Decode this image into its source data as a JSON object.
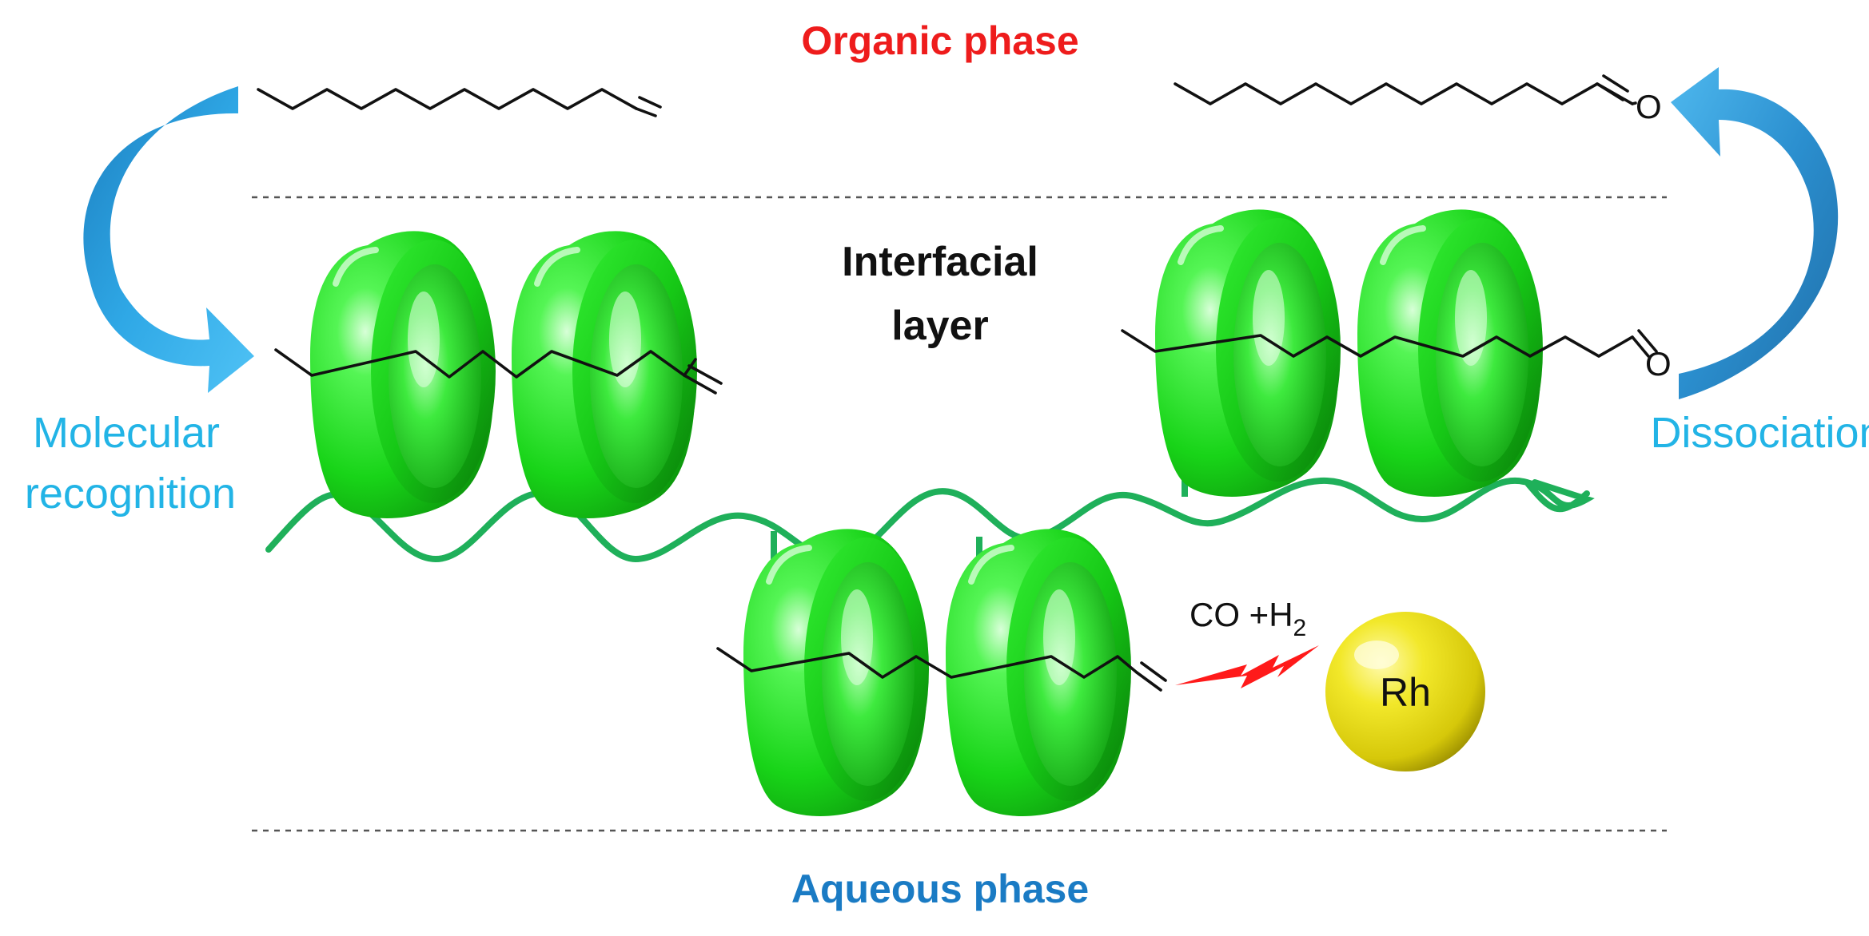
{
  "labels": {
    "organic_phase": "Organic phase",
    "aqueous_phase": "Aqueous phase",
    "interfacial_line1": "Interfacial",
    "interfacial_line2": "layer",
    "molecular_line1": "Molecular",
    "molecular_line2": "recognition",
    "dissociation": "Dissociation",
    "reagent_co": "CO +H",
    "reagent_sub": "2",
    "catalyst": "Rh",
    "oxygen": "O"
  },
  "colors": {
    "organic_phase": "#ee1c1c",
    "aqueous_phase": "#1a7bc4",
    "side_labels": "#22b4e6",
    "cyclodextrin": "#1ee01e",
    "polymer": "#1fb05a",
    "arrow": "#2a9bd6",
    "bolt": "#ff1a1a",
    "rhodium": "#e6dc14"
  },
  "icons": {
    "left_arrow": "curved-arrow-icon",
    "right_arrow": "curved-arrow-icon",
    "bolt": "lightning-bolt-icon",
    "catalyst": "sphere-icon",
    "host": "cyclodextrin-cone-icon"
  }
}
